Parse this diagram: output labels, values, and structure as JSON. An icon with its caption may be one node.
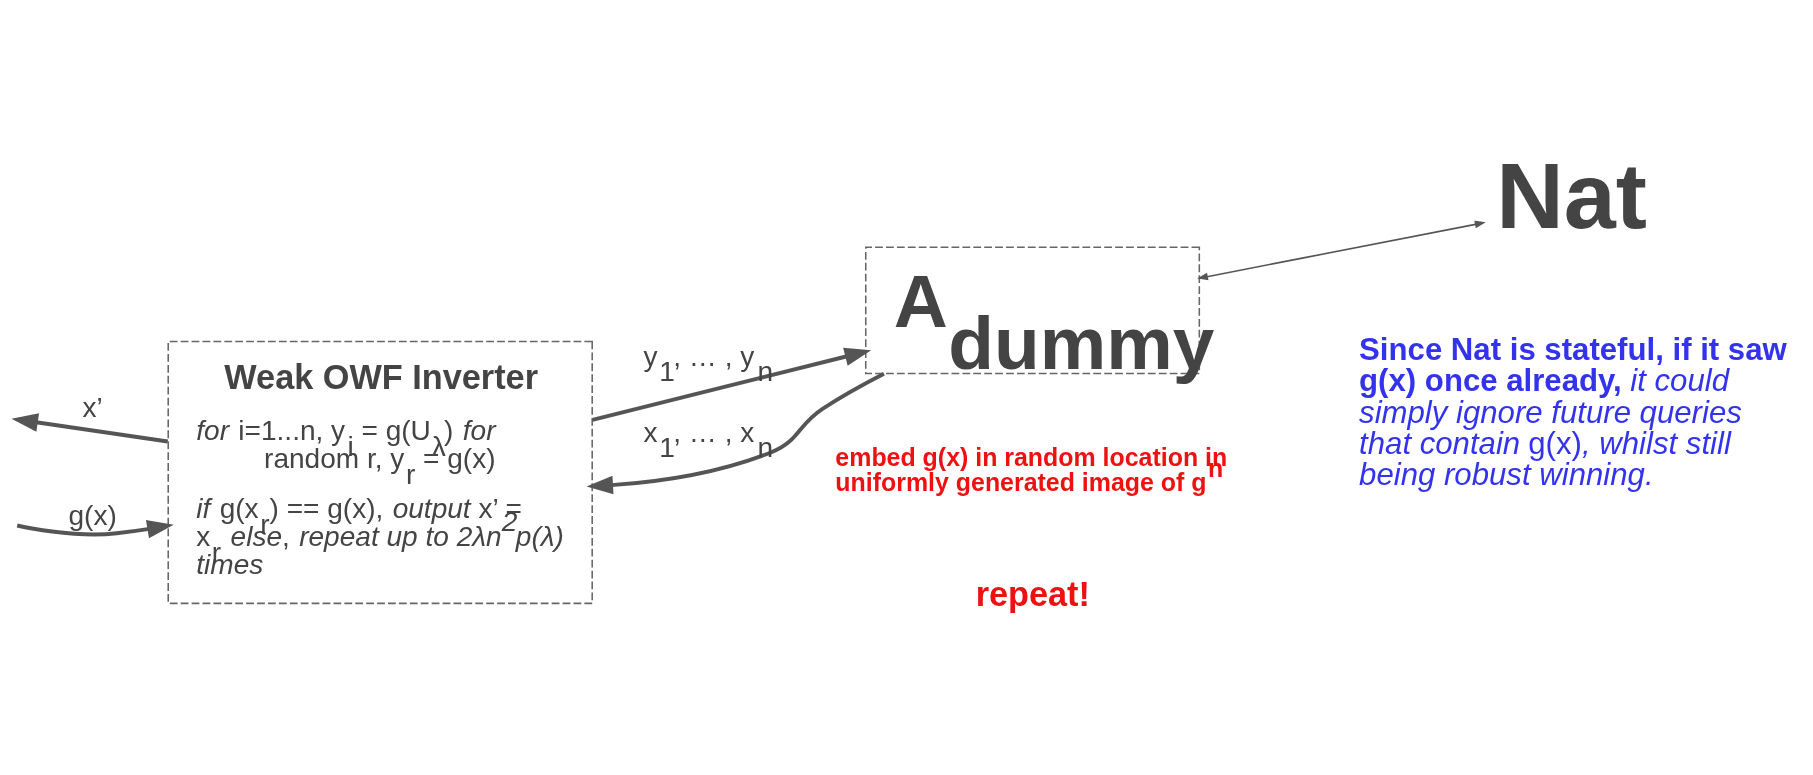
{
  "diagram": {
    "nodes": [
      {
        "text": [
          "Weak OWF Inverter",
          "*for* i=1...n, y$_{i}$ = g(U$_{λ}$) *for* random r, y$_{r}$ = g(x)",
          "*if* g(x$_{r}$) == g(x), *output* x’ = x$_{r}$ *else*, *repeat up to 2λn$^{2}$p(λ) times*"
        ]
      },
      {
        "text": [
          "A$_{dummy}$"
        ]
      },
      {
        "text": [
          "Nat"
        ]
      }
    ],
    "edges": [
      {
        "from": null,
        "to": 0,
        "arrow": "to",
        "label": "g(x)"
      },
      {
        "from": 0,
        "to": null,
        "arrow": "to",
        "label": "x’"
      },
      {
        "from": 0,
        "to": 1,
        "arrow": "to",
        "label": "y$_{1}$, … , y$_{n}$"
      },
      {
        "from": 1,
        "to": 0,
        "arrow": "to",
        "label": "x$_{1}$, … , x$_{n}$"
      },
      {
        "from": 1,
        "to": 2,
        "arrow": "both"
      }
    ],
    "labels": [
      "embed g(x) in random location in uniformly generated image of g$^{n}$",
      "repeat!",
      "**Since Nat is stateful, if it saw g(x) once already,** *it could simply ignore future queries that contain* g(x)*, whilst still being robust winning.*"
    ]
  }
}
